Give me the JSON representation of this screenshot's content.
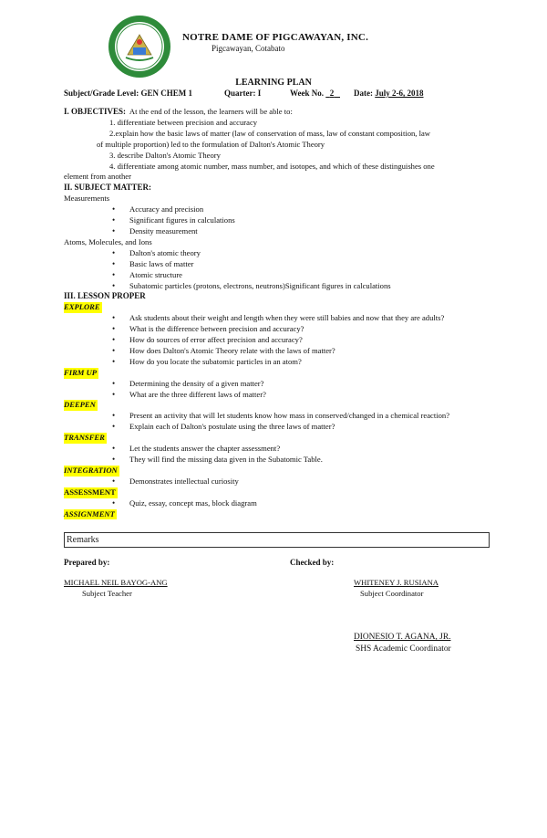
{
  "header": {
    "school_name": "NOTRE DAME OF PIGCAWAYAN, INC.",
    "address": "Pigcawayan, Cotabato",
    "plan_title": "LEARNING PLAN",
    "seal_color": "#2e8b3a"
  },
  "info": {
    "subject_label": "Subject/Grade Level:",
    "subject_value": "GEN CHEM 1",
    "quarter_label": "Quarter:",
    "quarter_value": "I",
    "week_label": "Week No.",
    "week_value": "2",
    "date_label": "Date:",
    "date_value": "July 2-6, 2018"
  },
  "objectives": {
    "heading": "I. OBJECTIVES:",
    "intro": "At the end of the lesson, the learners will be able to:",
    "item1": "1. differentiate between precision and accuracy",
    "item2a": "2.explain how the basic laws of matter (law of conservation of mass, law of constant composition, law",
    "item2b": "of multiple proportion) led to the formulation of Dalton's Atomic Theory",
    "item3": "3. describe Dalton's Atomic Theory",
    "item4a": "4. differentiate among atomic number, mass number, and isotopes, and which of these distinguishes one",
    "item4b": "element from another"
  },
  "subject_matter": {
    "heading": "II. SUBJECT MATTER:",
    "group1": "Measurements",
    "group1_items": [
      "Accuracy and precision",
      "Significant figures in calculations",
      "Density measurement"
    ],
    "group2": "Atoms, Molecules, and Ions",
    "group2_items": [
      "Dalton's atomic theory",
      "Basic laws of matter",
      "Atomic structure",
      "Subatomic particles (protons, electrons, neutrons)Significant figures in calculations"
    ]
  },
  "lesson": {
    "heading": "III. LESSON PROPER",
    "explore": "EXPLORE",
    "explore_items": [
      "Ask students about their weight and length when they were still babies and now that they are adults?",
      "What is the difference between precision and accuracy?",
      "How do sources of error affect precision and accuracy?",
      "How does Dalton's Atomic Theory relate with the laws of matter?",
      "How do you locate the subatomic particles in an atom?"
    ],
    "firmup": "FIRM UP",
    "firmup_items": [
      "Determining the density of a given matter?",
      "What are the three different laws of matter?"
    ],
    "deepen": "DEEPEN",
    "deepen_items": [
      "Present an activity that will let students know how mass in conserved/changed in a chemical reaction?",
      "Explain each of Dalton's postulate using the three laws of matter?"
    ],
    "transfer": "TRANSFER",
    "transfer_items": [
      "Let the students answer the chapter assessment?",
      "They will find the missing data given in the Subatomic Table."
    ],
    "integration": "INTEGRATION",
    "integration_items": [
      "Demonstrates intellectual curiosity"
    ],
    "assessment": "ASSESSMENT",
    "assessment_items": [
      "Quiz, essay, concept mas, block diagram"
    ],
    "assignment": "ASSIGNMENT"
  },
  "remarks": "Remarks",
  "signatures": {
    "prepared_label": "Prepared by:",
    "checked_label": "Checked by:",
    "teacher_name": "MICHAEL NEIL BAYOG-ANG",
    "teacher_role": "Subject Teacher",
    "coordinator_name": "WHITENEY J. RUSIANA",
    "coordinator_role": "Subject Coordinator",
    "academic_name": "DIONESIO T. AGANA, JR.",
    "academic_role": "SHS Academic Coordinator"
  },
  "colors": {
    "highlight": "#ffff00"
  }
}
